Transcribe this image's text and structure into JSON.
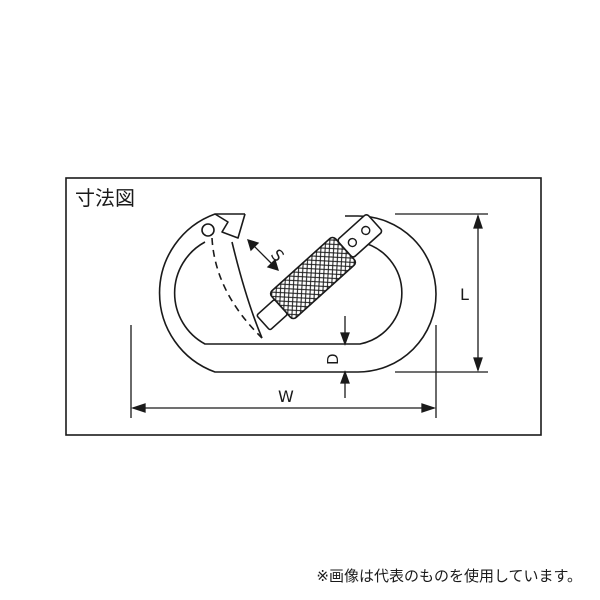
{
  "diagram": {
    "heading": "寸法図",
    "dimensions": {
      "s": "S",
      "l": "L",
      "d": "D",
      "w": "W"
    }
  },
  "footer": {
    "note": "※画像は代表のものを使用しています。"
  },
  "colors": {
    "stroke": "#1a1a1a",
    "background": "#ffffff"
  },
  "icons": [
    "carabiner-illustration",
    "screw-lock-gate",
    "hinge-rivet"
  ]
}
